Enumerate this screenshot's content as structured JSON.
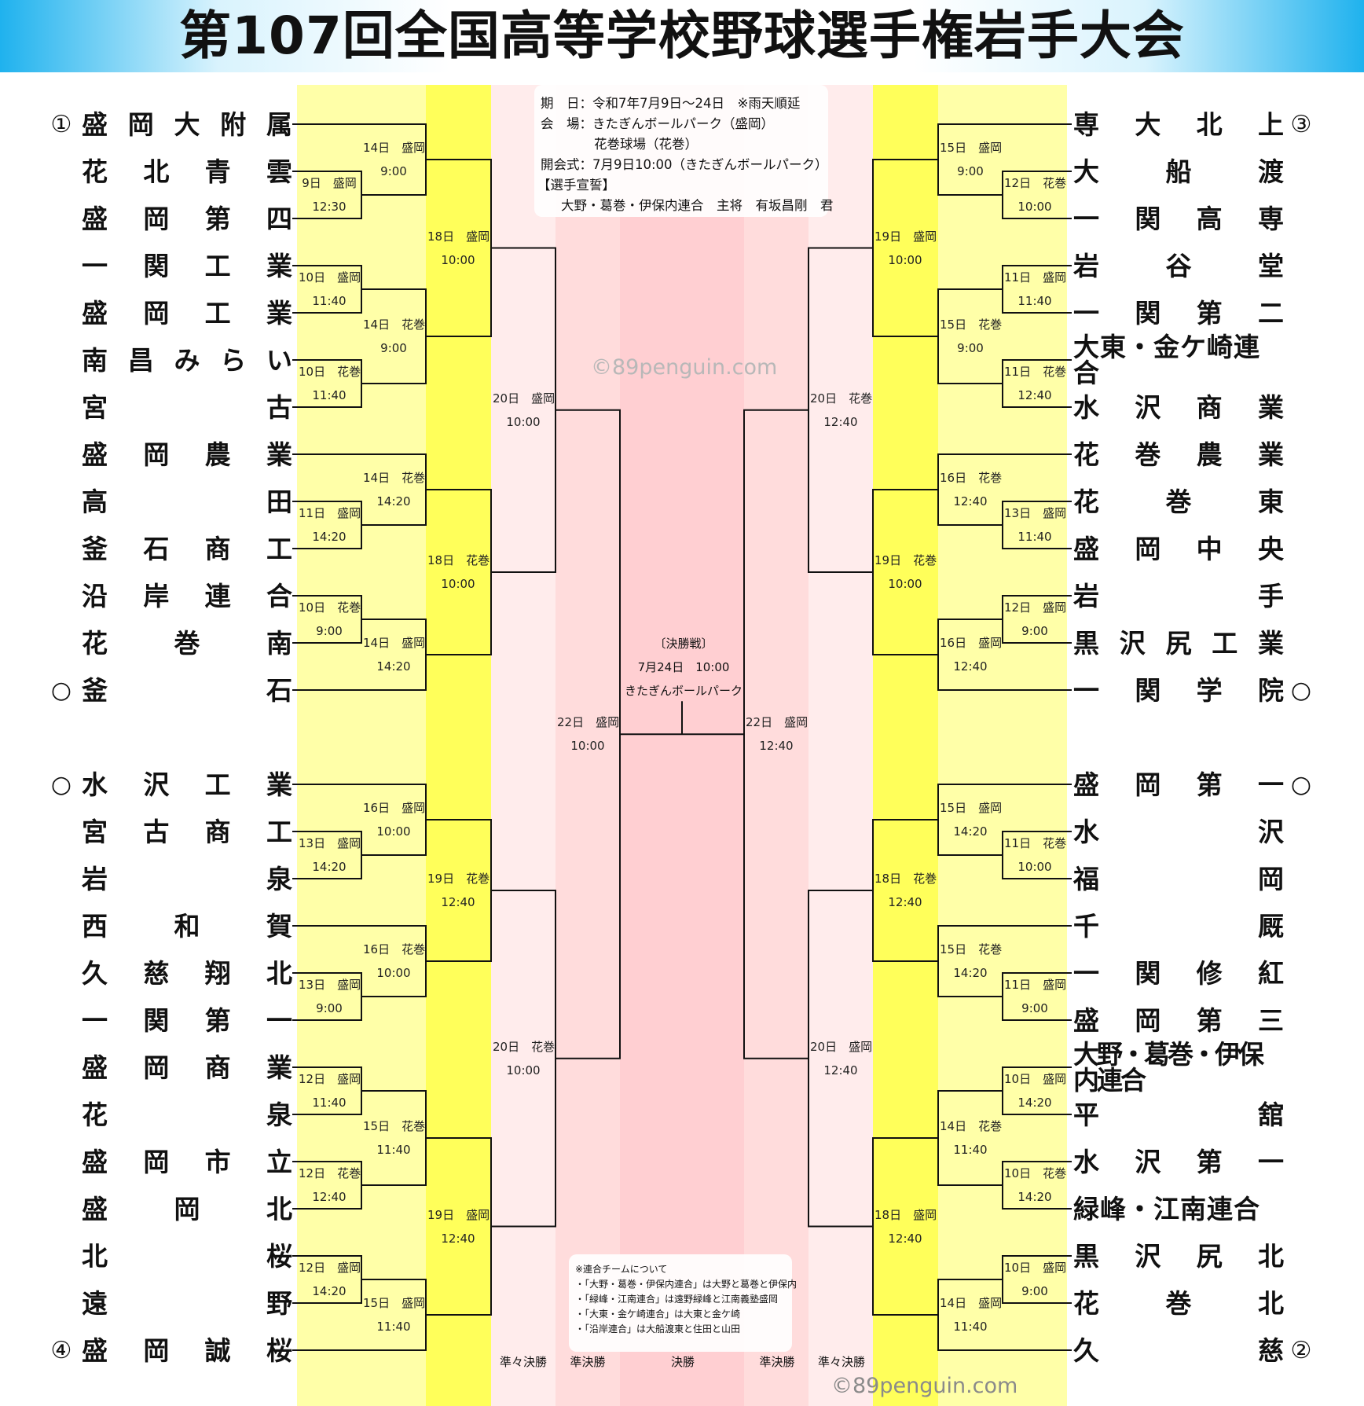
{
  "title": "第107回全国高等学校野球選手権岩手大会",
  "info": {
    "line1": "期　日：令和7年7月9日～24日　※雨天順延",
    "line2": "会　場：きたぎんボールパーク（盛岡）",
    "line3": "花巻球場（花巻）",
    "line4": "開会式：7月9日10:00（きたぎんボールパーク）",
    "line5": "【選手宣誓】",
    "line6": "大野・葛巻・伊保内連合　主将　有坂昌剛　君"
  },
  "final": {
    "line1": "〔決勝戦〕",
    "line2": "7月24日　10:00",
    "line3": "きたぎんボールパーク"
  },
  "notes": [
    "※連合チームについて",
    "・「大野・葛巻・伊保内連合」は大野と葛巻と伊保内",
    "・「緑峰・江南連合」は遠野緑峰と江南義塾盛岡",
    "・「大東・金ケ崎連合」は大東と金ケ崎",
    "・「沿岸連合」は大船渡東と住田と山田"
  ],
  "round_labels": [
    "準々決勝",
    "準決勝",
    "決勝",
    "準決勝",
    "準々決勝"
  ],
  "watermark": "©89penguin.com",
  "seeds": {
    "left_top": "①",
    "left_top_last": "○",
    "left_bottom_first": "○",
    "left_bottom": "④",
    "right_top": "③",
    "right_top_last": "○",
    "right_bottom_first": "○",
    "right_bottom": "②"
  },
  "teams_left": [
    "盛岡大附属",
    "花北青雲",
    "盛岡第四",
    "一関工業",
    "盛岡工業",
    "南昌みらい",
    "宮古",
    "盛岡農業",
    "高田",
    "釜石商工",
    "沿岸連合",
    "花巻南",
    "釜石",
    "水沢工業",
    "宮古商工",
    "岩泉",
    "西和賀",
    "久慈翔北",
    "一関第一",
    "盛岡商業",
    "花泉",
    "盛岡市立",
    "盛岡北",
    "北桜",
    "遠野",
    "盛岡誠桜"
  ],
  "teams_right": [
    "専大北上",
    "大船渡",
    "一関高専",
    "岩谷堂",
    "一関第二",
    "大東・金ケ崎連合",
    "水沢商業",
    "花巻農業",
    "花巻東",
    "盛岡中央",
    "岩手",
    "黒沢尻工業",
    "一関学院",
    "盛岡第一",
    "水沢",
    "福岡",
    "千厩",
    "一関修紅",
    "盛岡第三",
    "大野・葛巻・伊保内連合",
    "平舘",
    "水沢第一",
    "緑峰・江南連合",
    "黒沢尻北",
    "花巻北",
    "久慈"
  ],
  "matches": {
    "left_r1": [
      {
        "d": "9日　盛岡",
        "t": "12:30"
      },
      {
        "d": "10日　盛岡",
        "t": "11:40"
      },
      {
        "d": "10日　花巻",
        "t": "11:40"
      },
      {
        "d": "11日　盛岡",
        "t": "14:20"
      },
      {
        "d": "10日　花巻",
        "t": "9:00"
      },
      {
        "d": "13日　盛岡",
        "t": "14:20"
      },
      {
        "d": "13日　盛岡",
        "t": "9:00"
      },
      {
        "d": "12日　盛岡",
        "t": "11:40"
      },
      {
        "d": "12日　花巻",
        "t": "12:40"
      },
      {
        "d": "12日　盛岡",
        "t": "14:20"
      }
    ],
    "left_r2": [
      {
        "d": "14日　盛岡",
        "t": "9:00"
      },
      {
        "d": "14日　花巻",
        "t": "9:00"
      },
      {
        "d": "14日　花巻",
        "t": "14:20"
      },
      {
        "d": "14日　盛岡",
        "t": "14:20"
      },
      {
        "d": "16日　盛岡",
        "t": "10:00"
      },
      {
        "d": "16日　花巻",
        "t": "10:00"
      },
      {
        "d": "15日　花巻",
        "t": "11:40"
      },
      {
        "d": "15日　盛岡",
        "t": "11:40"
      }
    ],
    "left_r3": [
      {
        "d": "18日　盛岡",
        "t": "10:00"
      },
      {
        "d": "18日　花巻",
        "t": "10:00"
      },
      {
        "d": "19日　花巻",
        "t": "12:40"
      },
      {
        "d": "19日　盛岡",
        "t": "12:40"
      }
    ],
    "left_qf": [
      {
        "d": "20日　盛岡",
        "t": "10:00"
      },
      {
        "d": "20日　花巻",
        "t": "10:00"
      }
    ],
    "left_sf": [
      {
        "d": "22日　盛岡",
        "t": "10:00"
      }
    ],
    "right_r1": [
      {
        "d": "12日　花巻",
        "t": "10:00"
      },
      {
        "d": "11日　盛岡",
        "t": "11:40"
      },
      {
        "d": "11日　花巻",
        "t": "12:40"
      },
      {
        "d": "13日　盛岡",
        "t": "11:40"
      },
      {
        "d": "12日　盛岡",
        "t": "9:00"
      },
      {
        "d": "11日　花巻",
        "t": "10:00"
      },
      {
        "d": "11日　盛岡",
        "t": "9:00"
      },
      {
        "d": "10日　盛岡",
        "t": "14:20"
      },
      {
        "d": "10日　花巻",
        "t": "14:20"
      },
      {
        "d": "10日　盛岡",
        "t": "9:00"
      }
    ],
    "right_r2": [
      {
        "d": "15日　盛岡",
        "t": "9:00"
      },
      {
        "d": "15日　花巻",
        "t": "9:00"
      },
      {
        "d": "16日　花巻",
        "t": "12:40"
      },
      {
        "d": "16日　盛岡",
        "t": "12:40"
      },
      {
        "d": "15日　盛岡",
        "t": "14:20"
      },
      {
        "d": "15日　花巻",
        "t": "14:20"
      },
      {
        "d": "14日　花巻",
        "t": "11:40"
      },
      {
        "d": "14日　盛岡",
        "t": "11:40"
      }
    ],
    "right_r3": [
      {
        "d": "19日　盛岡",
        "t": "10:00"
      },
      {
        "d": "19日　花巻",
        "t": "10:00"
      },
      {
        "d": "18日　花巻",
        "t": "12:40"
      },
      {
        "d": "18日　盛岡",
        "t": "12:40"
      }
    ],
    "right_qf": [
      {
        "d": "20日　花巻",
        "t": "12:40"
      },
      {
        "d": "20日　盛岡",
        "t": "12:40"
      }
    ],
    "right_sf": [
      {
        "d": "22日　盛岡",
        "t": "12:40"
      }
    ]
  },
  "colors": {
    "yellow_dark": "#ffff5a",
    "yellow_light": "#ffffa8",
    "pink_light": "#ffecec",
    "pink_mid": "#ffdcdc",
    "pink_center": "#ffcfd2",
    "title_blue": "#1fb2ee"
  }
}
